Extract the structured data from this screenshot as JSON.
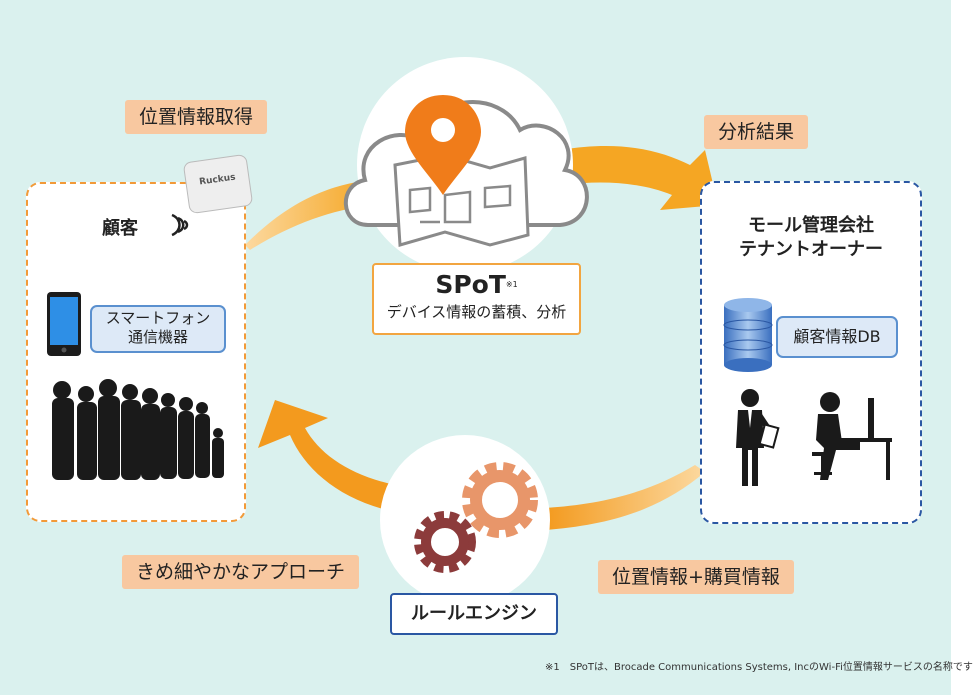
{
  "labels": {
    "location_acquire": "位置情報取得",
    "analysis_result": "分析結果",
    "approach": "きめ細やかなアプローチ",
    "location_purchase": "位置情報+購買情報"
  },
  "customer": {
    "title": "顧客",
    "device_line1": "スマートフォン",
    "device_line2": "通信機器",
    "ap_brand": "Ruckus"
  },
  "mall": {
    "title_line1": "モール管理会社",
    "title_line2": "テナントオーナー",
    "db_label": "顧客情報DB"
  },
  "spot": {
    "title": "SPoT",
    "note_mark": "※1",
    "subtitle": "デバイス情報の蓄積、分析"
  },
  "rule_engine": {
    "label": "ルールエンジン"
  },
  "footnote": "※1　SPoTは、Brocade Communications Systems, IncのWi-Fi位置情報サービスの名称です",
  "colors": {
    "background": "#daf1ee",
    "arrow_orange": "#f5a623",
    "label_peach": "#f8c8a0",
    "left_border": "#f29a38",
    "right_border": "#2a57a3",
    "pin_orange": "#f07c1a",
    "gear_dark": "#8c3b3b",
    "gear_light": "#e8966a"
  }
}
